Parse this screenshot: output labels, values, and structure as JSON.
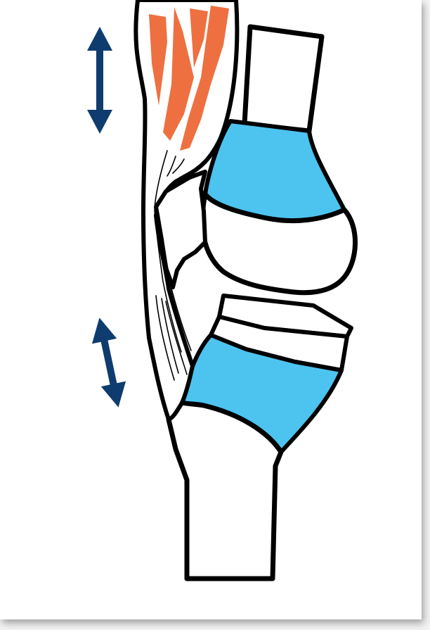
{
  "figure": {
    "subject": "knee-joint-sagittal",
    "colors": {
      "cartilage": "#4dc3f0",
      "muscle": "#ee7040",
      "arrow": "#0f3c6e",
      "outline": "#000000",
      "bone": "#ffffff"
    },
    "arrows": [
      {
        "name": "upper-double-arrow-icon",
        "meaning": "vertical-motion"
      },
      {
        "name": "lower-double-arrow-icon",
        "meaning": "vertical-motion"
      }
    ]
  }
}
